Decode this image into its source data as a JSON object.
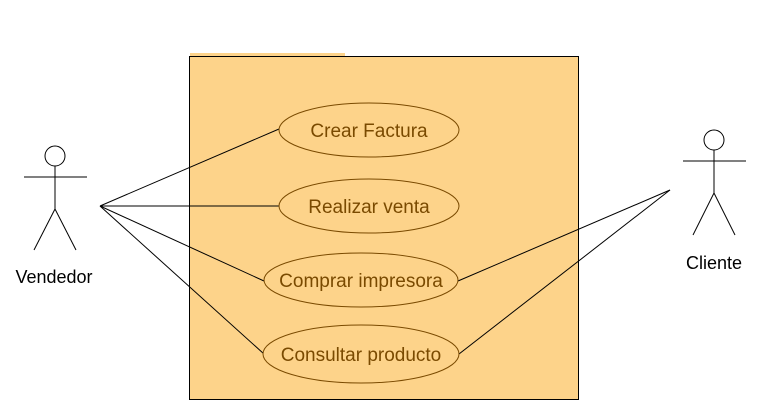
{
  "colors": {
    "boundary_fill": "#fdd38a",
    "boundary_stroke": "#000000",
    "usecase_text": "#7a4a00",
    "usecase_stroke": "#7a4a00",
    "line": "#000000"
  },
  "actors": {
    "left": {
      "label": "Vendedor"
    },
    "right": {
      "label": "Cliente"
    }
  },
  "use_cases": [
    {
      "label": "Crear Factura"
    },
    {
      "label": "Realizar venta"
    },
    {
      "label": "Comprar impresora"
    },
    {
      "label": "Consultar producto"
    }
  ],
  "associations": [
    {
      "actor": "Vendedor",
      "use_case": "Crear Factura"
    },
    {
      "actor": "Vendedor",
      "use_case": "Realizar venta"
    },
    {
      "actor": "Vendedor",
      "use_case": "Comprar impresora"
    },
    {
      "actor": "Vendedor",
      "use_case": "Consultar producto"
    },
    {
      "actor": "Cliente",
      "use_case": "Comprar impresora"
    },
    {
      "actor": "Cliente",
      "use_case": "Consultar producto"
    }
  ]
}
